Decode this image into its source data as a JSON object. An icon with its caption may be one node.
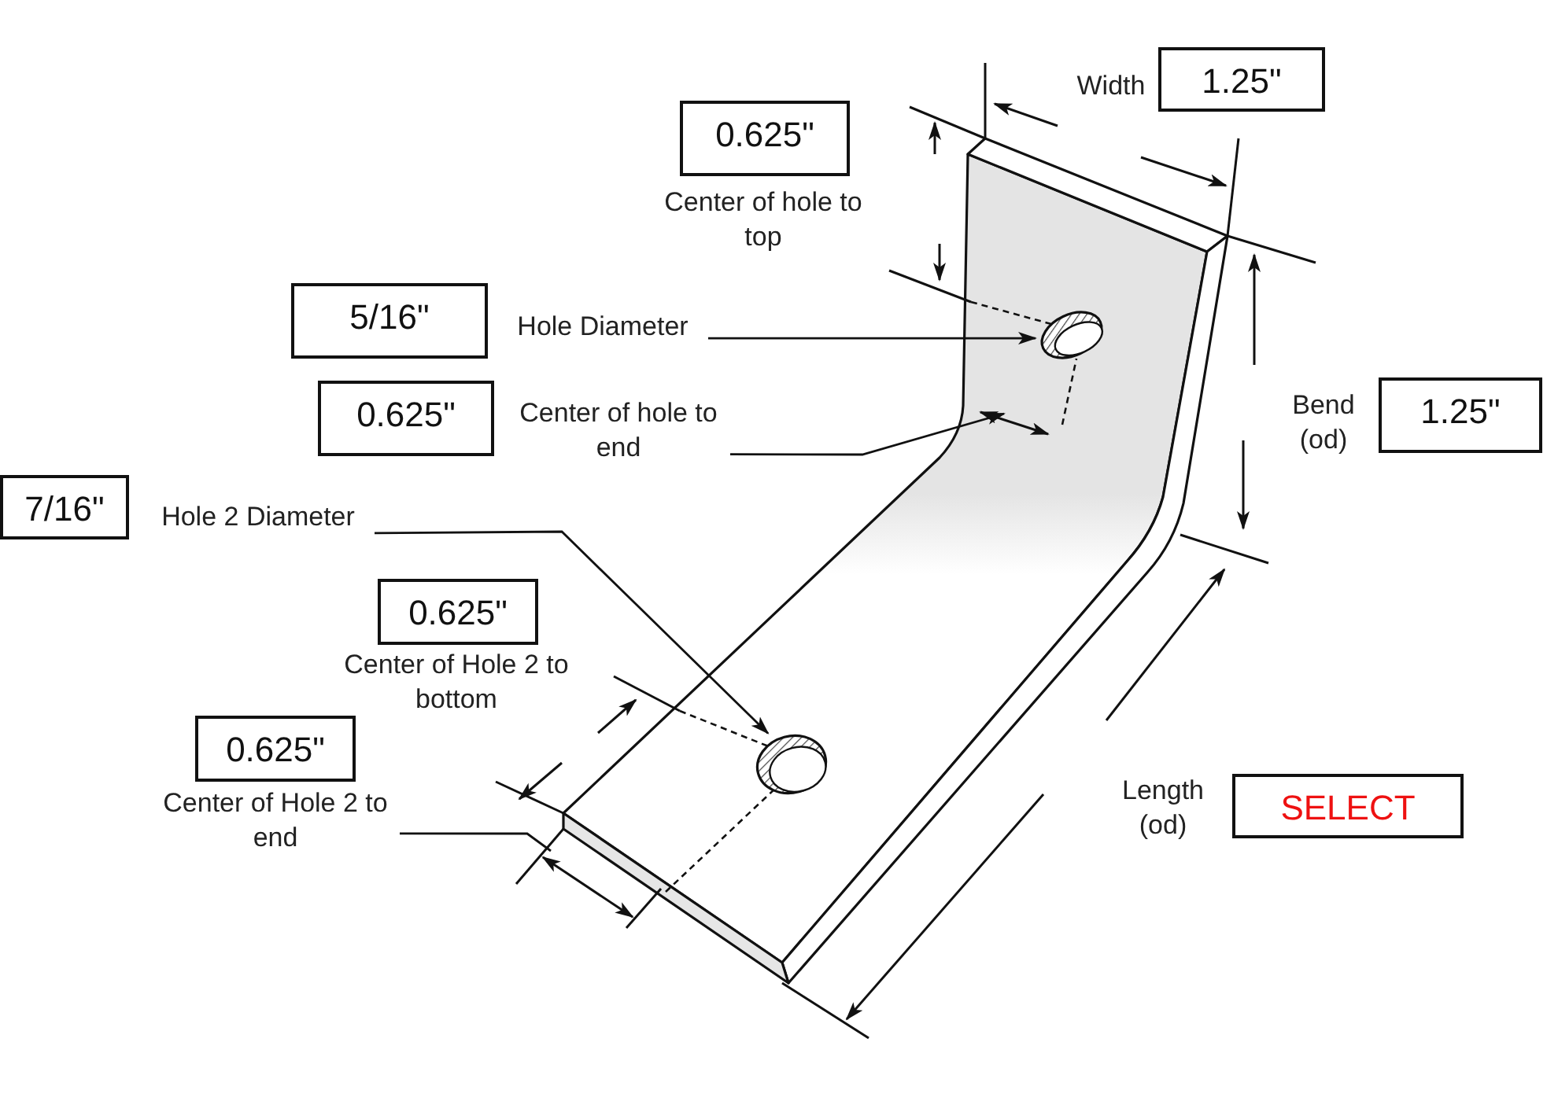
{
  "diagram": {
    "nodes": [
      {
        "text": [
          "1.25\""
        ],
        "beside": [
          "Width"
        ]
      },
      {
        "text": [
          "0.625\""
        ],
        "beside": [
          "Center of hole to top"
        ]
      },
      {
        "text": [
          "5/16\""
        ]
      },
      {
        "text": [
          "0.625\""
        ]
      },
      {
        "text": [
          "1.25\""
        ],
        "beside": [
          "Bend (od)"
        ]
      },
      {
        "text": [
          "7/16\""
        ]
      },
      {
        "text": [
          "0.625\""
        ],
        "beside": [
          "Center of Hole 2 to bottom"
        ]
      },
      {
        "text": [
          "0.625\""
        ]
      },
      {
        "text": [
          "SELECT"
        ],
        "beside": [
          "Length (od)"
        ]
      },
      {
        "text": [
          "Hole Diameter"
        ]
      },
      {
        "text": [],
        "shape": "circle"
      },
      {
        "text": [
          "Center of hole to end"
        ]
      },
      {
        "text": [
          "Hole 2 Diameter"
        ]
      },
      {
        "text": [],
        "shape": "circle"
      },
      {
        "text": [
          "Center of Hole 2 to end"
        ]
      }
    ],
    "edges": [
      {
        "from": 9,
        "to": 10,
        "arrow": "to"
      },
      {
        "from": 11,
        "to": null,
        "arrow": "to"
      },
      {
        "from": 12,
        "to": 13,
        "arrow": "to"
      },
      {
        "from": 14,
        "to": null,
        "arrow": "none"
      }
    ]
  }
}
